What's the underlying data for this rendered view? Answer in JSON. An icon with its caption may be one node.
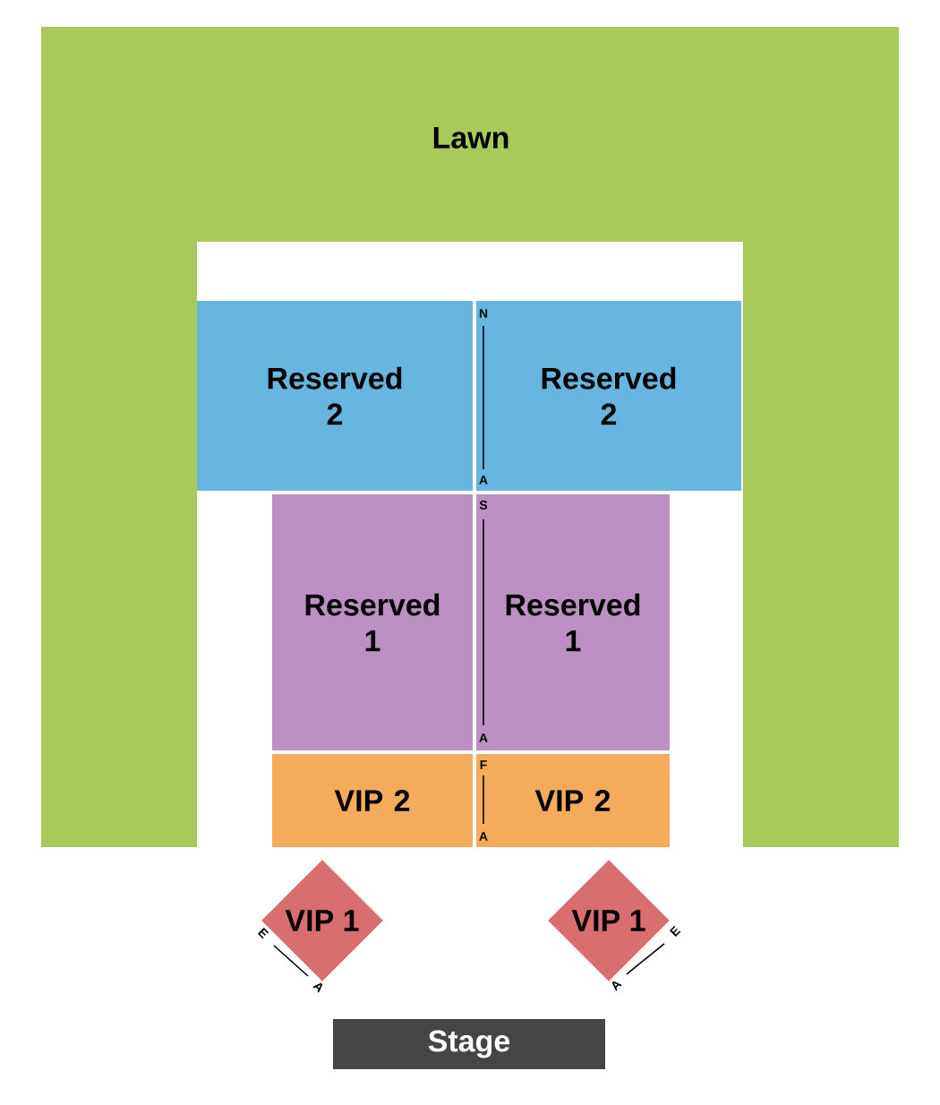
{
  "diagram": {
    "nodes": [
      {
        "text": [
          "Lawn"
        ]
      },
      {
        "text": [
          "Reserved 2"
        ]
      },
      {
        "text": [
          "Reserved 2"
        ]
      },
      {
        "text": [
          "Reserved 1"
        ]
      },
      {
        "text": [
          "Reserved 1"
        ]
      },
      {
        "text": [
          "VIP 2"
        ]
      },
      {
        "text": [
          "VIP 2"
        ]
      },
      {
        "text": [
          "VIP 1"
        ]
      },
      {
        "text": [
          "VIP 1"
        ]
      },
      {
        "text": [
          "Stage"
        ]
      }
    ],
    "labels": [
      "N",
      "A",
      "S",
      "A",
      "F",
      "A",
      "E",
      "A",
      "E",
      "A"
    ]
  }
}
